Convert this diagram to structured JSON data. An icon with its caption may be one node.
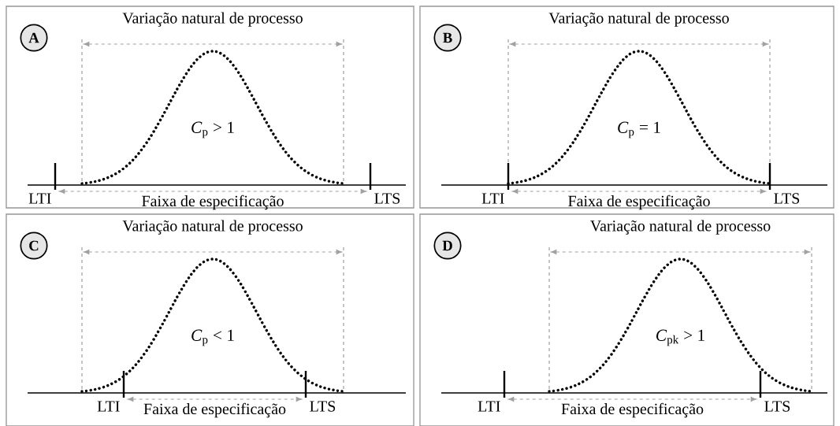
{
  "diagram": {
    "nodes": [
      {
        "text": [
          "Variação natural de processo"
        ]
      },
      {
        "text": [
          "A"
        ],
        "in": 0
      },
      {
        "text": [
          "Variação natural de processo"
        ]
      },
      {
        "text": [
          "B"
        ],
        "in": 2
      },
      {
        "text": [
          "Variação natural de processo"
        ]
      },
      {
        "text": [
          "C"
        ],
        "in": 4
      },
      {
        "text": [
          "Variação natural de processo"
        ]
      },
      {
        "text": [
          "D"
        ],
        "in": 6
      }
    ],
    "labels": [
      "*C*$_{p}$ > 1",
      "LTI",
      "Faixa de especificação",
      "LTS",
      "*C*$_{p}$ = 1",
      "LTI",
      "Faixa de especificação",
      "LTS",
      "*C*$_{p}$ < 1",
      "LTI",
      "Faixa de especificação",
      "LTS",
      "*C*$_{pk}$ > 1",
      "LTI",
      "Faixa de especificação",
      "LTS"
    ]
  }
}
